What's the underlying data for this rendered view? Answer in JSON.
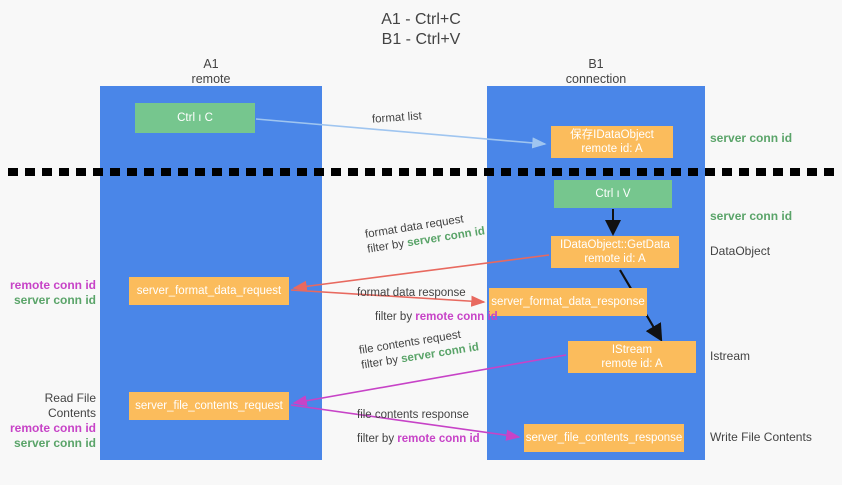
{
  "title": {
    "line1": "A1 - Ctrl+C",
    "line2": "B1 - Ctrl+V"
  },
  "columns": [
    {
      "id": "a1",
      "name": "A1",
      "role": "remote"
    },
    {
      "id": "b1",
      "name": "B1",
      "role": "connection"
    }
  ],
  "nodes": {
    "ctrl_c": {
      "label": "Ctrl ı C",
      "color": "#76c68e"
    },
    "save_idataobject": {
      "line1": "保存IDataObject",
      "line2": "remote id: A",
      "color": "#fbbc5c"
    },
    "ctrl_v": {
      "label": "Ctrl ı V",
      "color": "#76c68e"
    },
    "getdata": {
      "line1": "IDataObject::GetData",
      "line2": "remote id: A",
      "color": "#fbbc5c"
    },
    "server_format_data_request": {
      "label": "server_format_data_request",
      "color": "#fbbc5c"
    },
    "server_format_data_response": {
      "label": "server_format_data_response",
      "color": "#fbbc5c"
    },
    "istream": {
      "line1": "IStream",
      "line2": "remote id: A",
      "color": "#fbbc5c"
    },
    "server_file_contents_request": {
      "label": "server_file_contents_request",
      "color": "#fbbc5c"
    },
    "server_file_contents_response": {
      "label": "server_file_contents_response",
      "color": "#fbbc5c"
    }
  },
  "edge_labels": {
    "format_list": "format list",
    "format_data_request": "format data request",
    "format_data_response": "format data response",
    "file_contents_request": "file contents request",
    "file_contents_response": "file contents response",
    "filter_by": "filter by",
    "server_conn_id": "server conn id",
    "remote_conn_id": "remote conn id"
  },
  "side_notes": {
    "server_conn_id_top": "server conn id",
    "server_conn_id_mid": "server conn id",
    "dataobject": "DataObject",
    "istream": "Istream",
    "write_file_contents": "Write File Contents",
    "read_file_contents": "Read File Contents",
    "remote_conn_id": "remote conn id",
    "server_conn_id": "server conn id"
  },
  "colors": {
    "lane_blue": "#4a86e8",
    "node_green": "#76c68e",
    "node_orange": "#fbbc5c",
    "green_text": "#5aa469",
    "magenta_text": "#c743c7",
    "arrow_lightblue": "#9fc5f0",
    "arrow_red": "#e8695f",
    "arrow_magenta": "#c743c7",
    "arrow_black": "#000000",
    "background": "#f8f8f8"
  }
}
